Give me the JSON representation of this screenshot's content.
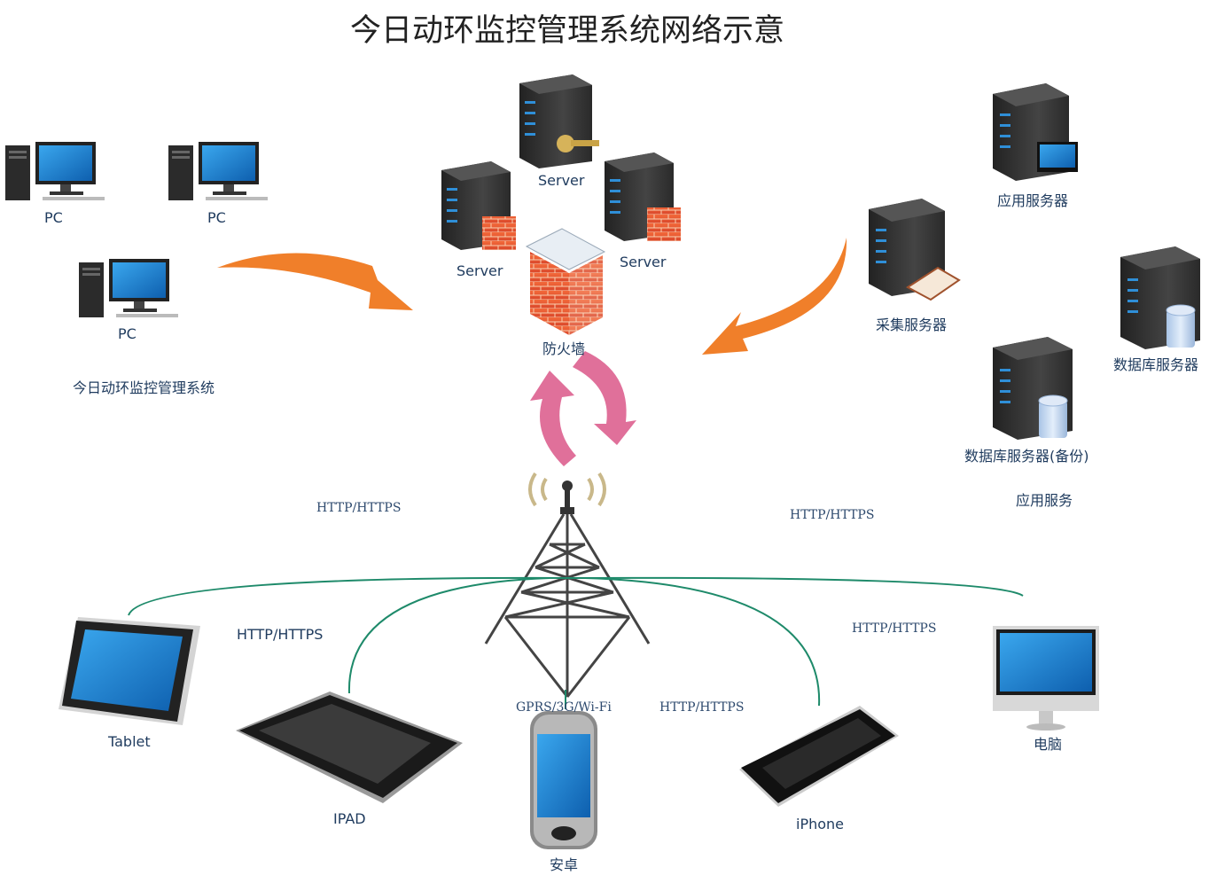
{
  "title": "今日动环监控管理系统网络示意",
  "pc_labels": [
    "PC",
    "PC",
    "PC"
  ],
  "client_group_label": "今日动环监控管理系统",
  "servers": {
    "top": "Server",
    "left": "Server",
    "right": "Server"
  },
  "firewall_label": "防火墙",
  "app_servers": {
    "app": "应用服务器",
    "collect": "采集服务器",
    "db": "数据库服务器",
    "db_backup": "数据库服务器(备份)",
    "group": "应用服务"
  },
  "protocols": {
    "left_top": "HTTP/HTTPS",
    "right_top": "HTTP/HTTPS",
    "tablet_ipad": "HTTP/HTTPS",
    "tower_base": "GPRS/3G/Wi-Fi",
    "android_iphone": "HTTP/HTTPS",
    "iphone_pc": "HTTP/HTTPS"
  },
  "devices": {
    "tablet": "Tablet",
    "ipad": "IPAD",
    "android": "安卓",
    "iphone": "iPhone",
    "computer": "电脑"
  },
  "colors": {
    "arrow_orange": "#f07f2a",
    "sync_pink": "#e0709a",
    "link_green": "#1e8a6a",
    "server_dark": "#3a3a3a",
    "screen_blue": "#1e7fd0"
  }
}
